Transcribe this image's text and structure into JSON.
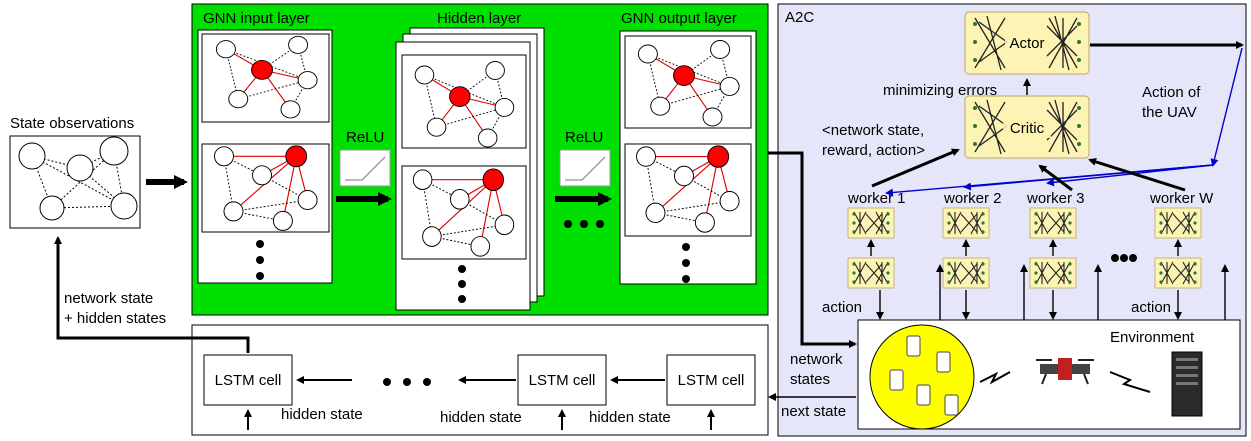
{
  "state_observations": "State observations",
  "gnn_input_layer": "GNN input layer",
  "hidden_layer": "Hidden layer",
  "gnn_output_layer": "GNN output layer",
  "relu": "ReLU",
  "a2c": "A2C",
  "actor": "Actor",
  "critic": "Critic",
  "minimizing_errors": "minimizing errors",
  "action_of_uav_line1": "Action of",
  "action_of_uav_line2": "the UAV",
  "critic_input_line1": "<network state,",
  "critic_input_line2": "reward, action>",
  "workers": [
    "worker 1",
    "worker 2",
    "worker 3",
    "worker W"
  ],
  "action": "action",
  "environment": "Environment",
  "network_states_line1": "network",
  "network_states_line2": "states",
  "next_state": "next state",
  "lstm_cell": "LSTM cell",
  "hidden_state": "hidden state",
  "feedback_line1": "network state",
  "feedback_line2": "+ hidden states",
  "colors": {
    "gnn_panel": "#00e000",
    "a2c_panel": "#e6e6fa",
    "highlight_node": "#ff0000",
    "edge": "#e00000",
    "nn_box": "#fdf3b4",
    "environment_circle": "#ffff00",
    "arrow_blue": "#0000cc"
  }
}
